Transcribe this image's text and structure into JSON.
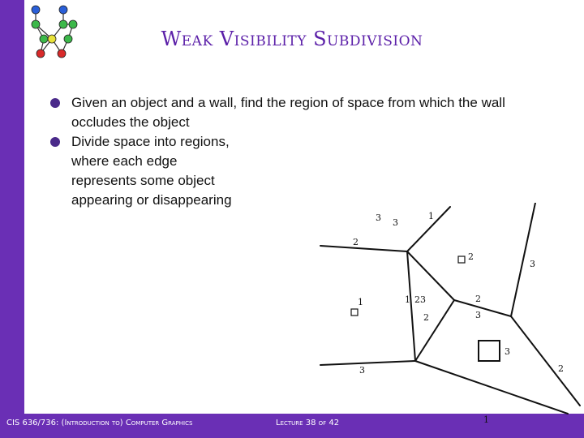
{
  "title": "Weak Visibility Subdivision",
  "bullets": [
    "Given an object and a wall, find the region of space from which the wall occludes the object",
    "Divide space into regions, where each edge represents some object appearing or disappearing"
  ],
  "diagram_labels": {
    "a": "3",
    "b": "3",
    "c": "1",
    "d": "2",
    "e": "2",
    "f": "3",
    "g": "1",
    "h": "1",
    "i": "23",
    "j": "2",
    "k": "3",
    "l": "2",
    "m": "3",
    "n": "3",
    "o": "2",
    "p": "1"
  },
  "footer": {
    "course": "CIS 636/736: (Introduction to) Computer Graphics",
    "lecture": "Lecture 38 of 42"
  },
  "colors": {
    "accent": "#6a2fb5",
    "title": "#5b1fa8"
  }
}
